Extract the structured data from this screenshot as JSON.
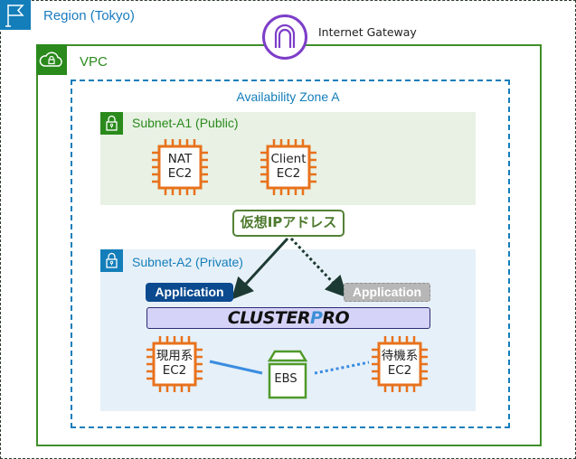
{
  "region": {
    "label": "Region (Tokyo)",
    "icon": "flag-icon",
    "color": "#147eba"
  },
  "vpc": {
    "label": "VPC",
    "icon": "cloud-lock-icon",
    "color": "#2a8a1c"
  },
  "internet_gateway": {
    "label": "Internet Gateway",
    "icon": "internet-gateway-icon",
    "color": "#7d3ec9"
  },
  "availability_zone": {
    "label": "Availability Zone A",
    "color": "#147eba"
  },
  "subnet_public": {
    "label": "Subnet-A1 (Public)",
    "icon": "lock-icon",
    "instances": [
      {
        "line1": "NAT",
        "line2": "EC2"
      },
      {
        "line1": "Client",
        "line2": "EC2"
      }
    ]
  },
  "virtual_ip": {
    "label": "仮想IPアドレス"
  },
  "subnet_private": {
    "label": "Subnet-A2 (Private)",
    "icon": "lock-icon",
    "app_active": "Application",
    "app_standby": "Application",
    "clusterpro": {
      "part1": "CLUSTER",
      "part2": "P",
      "part3": "RO"
    },
    "active_instance": {
      "line1": "現用系",
      "line2": "EC2"
    },
    "standby_instance": {
      "line1": "待機系",
      "line2": "EC2"
    },
    "storage": {
      "label": "EBS"
    }
  },
  "colors": {
    "ec2": "#e8721c",
    "ebs": "#4f9a2a",
    "connector_active": "#3a8de0",
    "arrow": "#1c3a33"
  }
}
